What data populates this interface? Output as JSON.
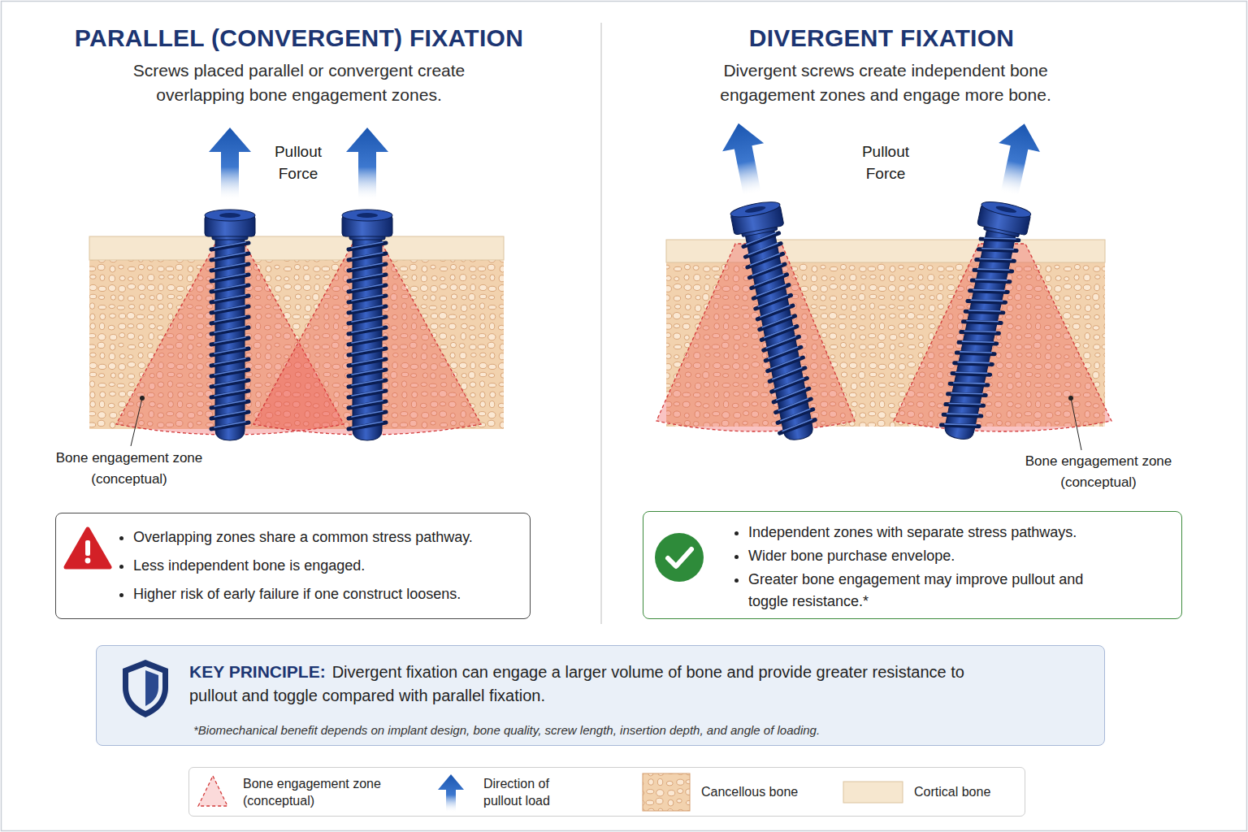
{
  "diagram": {
    "nodes": [
      {
        "text": [
          "Overlapping zones share a common stress pathway.",
          "Less independent bone is engaged.",
          "Higher risk of early failure if one construct loosens."
        ]
      },
      {
        "text": [
          "Independent zones with separate stress pathways.",
          "Wider bone purchase envelope.",
          "Greater bone engagement may improve pullout and toggle resistance.*"
        ]
      },
      {
        "text": [
          "KEY PRINCIPLE:",
          "Divergent fixation can engage a larger volume of bone and provide greater resistance to pullout and toggle compared with parallel fixation.",
          "*Biomechanical benefit depends on implant design, bone quality, screw length, insertion depth, and angle of loading."
        ]
      }
    ],
    "labels": [
      "PARALLEL (CONVERGENT) FIXATION",
      "Screws placed parallel or convergent create overlapping bone engagement zones.",
      "Pullout Force",
      "Bone engagement zone (conceptual)",
      "DIVERGENT FIXATION",
      "Divergent screws create independent bone engagement zones and engage more bone.",
      "Pullout Force",
      "Bone engagement zone (conceptual)"
    ],
    "legend": [
      {
        "text": "Bone engagement zone (conceptual)"
      },
      {
        "text": "Direction of pullout load"
      },
      {
        "text": "Cancellous bone"
      },
      {
        "text": "Cortical bone",
        "color": "#f6e7cf"
      }
    ]
  }
}
